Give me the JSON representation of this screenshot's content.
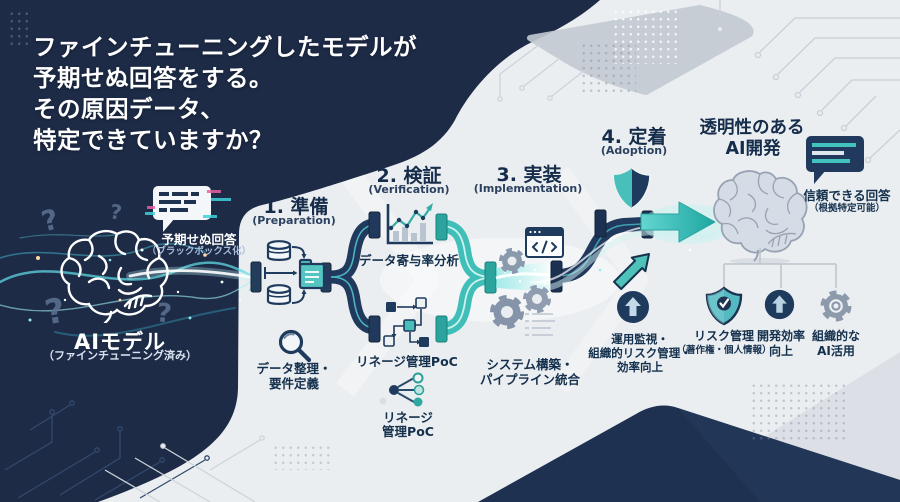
{
  "title": {
    "line1": "ファインチューニングしたモデルが",
    "line2": "予期せぬ回答をする。",
    "line3": "その原因データ、",
    "line4": "特定できていますか？"
  },
  "left": {
    "model_label": "AIモデル",
    "model_sub": "（ファインチューニング済み）",
    "bubble_label": "予期せぬ回答",
    "bubble_sub": "（ブラックボックス化）",
    "q1": "?",
    "q2": "?",
    "q3": "?",
    "q4": "?"
  },
  "steps": [
    {
      "title": "1. 準備",
      "subtitle": "(Preparation)",
      "labels": [
        "データ整理・",
        "要件定義"
      ]
    },
    {
      "title": "2. 検証",
      "subtitle": "(Verification)",
      "labels": [
        "データ寄与率分析",
        "リネージ管理PoC",
        "リネージ",
        "管理PoC"
      ]
    },
    {
      "title": "3. 実装",
      "subtitle": "(Implementation)",
      "labels": [
        "システム構築・",
        "パイプライン統合"
      ]
    },
    {
      "title": "4. 定着",
      "subtitle": "(Adoption)",
      "labels": [
        "運用監視・",
        "組織的リスク管理・",
        "効率向上"
      ]
    }
  ],
  "right": {
    "heading_line1": "透明性のある",
    "heading_line2": "AI開発",
    "bubble_label": "信頼できる回答",
    "bubble_sub": "（根拠特定可能）",
    "benefits": [
      {
        "line1": "リスク管理",
        "line2": "（著作権・個人情報）"
      },
      {
        "line1": "開発効率",
        "line2": "向上"
      },
      {
        "line1": "組織的な",
        "line2": "AI活用"
      }
    ]
  },
  "icons": {
    "left_bubble": "glitch-chat-icon",
    "right_bubble": "chat-icon",
    "database": "database-cylinder-icon",
    "folder": "data-folder-icon",
    "magnifier": "search-icon",
    "chart": "growth-chart-icon",
    "lineage": "node-graph-icon",
    "share": "share-network-icon",
    "gears": "gears-icon",
    "code": "code-window-icon",
    "shield": "shield-icon",
    "shield_check": "shield-check-icon",
    "arrow_up": "arrow-up-circle-icon",
    "arrow_up_right": "trend-arrow-icon",
    "brain": "brain-icon"
  },
  "colors": {
    "navy_bg": "#1d2b47",
    "light_bg": "#ebeef1",
    "teal": "#3fbfb7",
    "navy_pipe": "#20395c",
    "heading_text": "#152c4a"
  }
}
